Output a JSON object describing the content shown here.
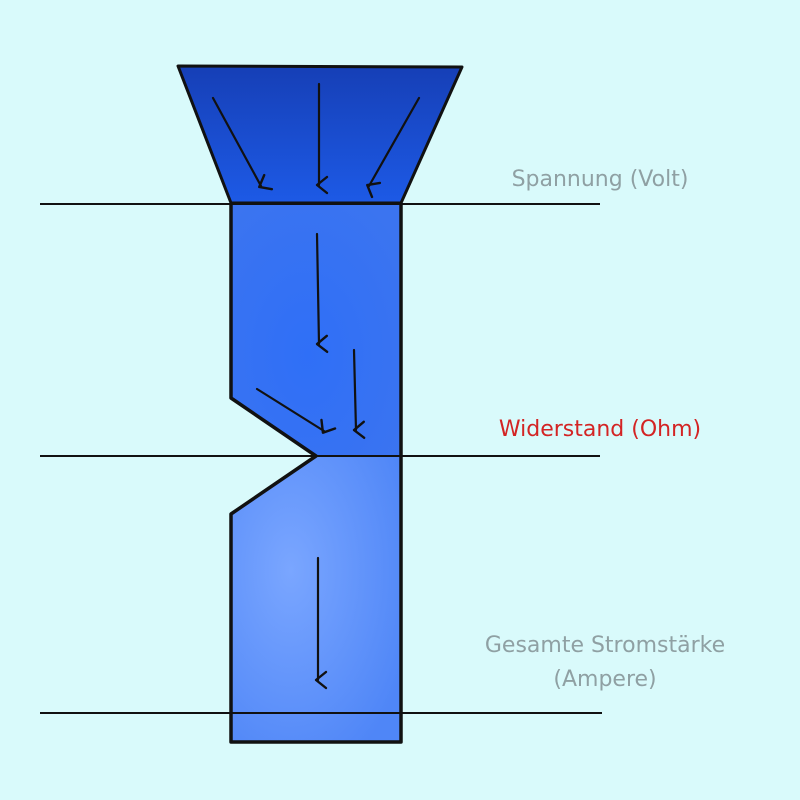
{
  "labels": {
    "voltage": "Spannung (Volt)",
    "resistance": "Widerstand (Ohm)",
    "current_line1": "Gesamte Stromstärke",
    "current_line2": "(Ampere)"
  },
  "colors": {
    "background": "#d9fafb",
    "fill_dark": "#1a4fd1",
    "fill_light": "#6f9cfc",
    "outline": "#111111",
    "label_muted": "#8fa0a3",
    "label_highlight": "#d32424"
  },
  "icons": [
    "arrow-down-icon",
    "arrow-diagonal-icon"
  ]
}
